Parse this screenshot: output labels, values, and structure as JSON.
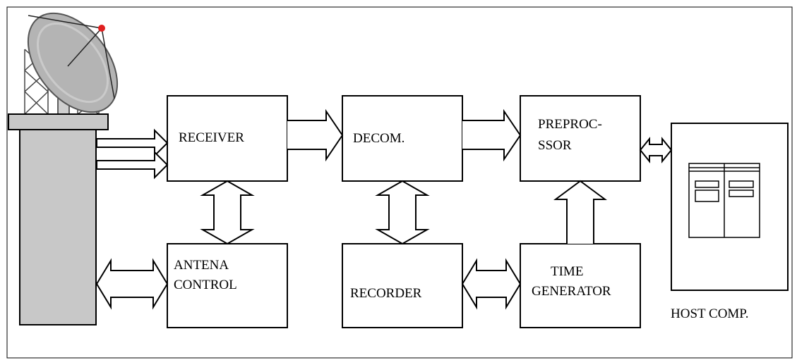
{
  "blocks": {
    "receiver": "RECEIVER",
    "decom": "DECOM.",
    "preprocessor_line1": "PREPROC-",
    "preprocessor_line2": "SSOR",
    "antenna_control_line1": "ANTENA",
    "antenna_control_line2": "CONTROL",
    "recorder": "RECORDER",
    "time_generator_line1": "TIME",
    "time_generator_line2": "GENERATOR"
  },
  "host": {
    "label": "HOST COMP."
  },
  "colors": {
    "line": "#000000",
    "tower": "#c8c8c8",
    "dish": "#b4b4b4",
    "feed": "#e02020"
  }
}
